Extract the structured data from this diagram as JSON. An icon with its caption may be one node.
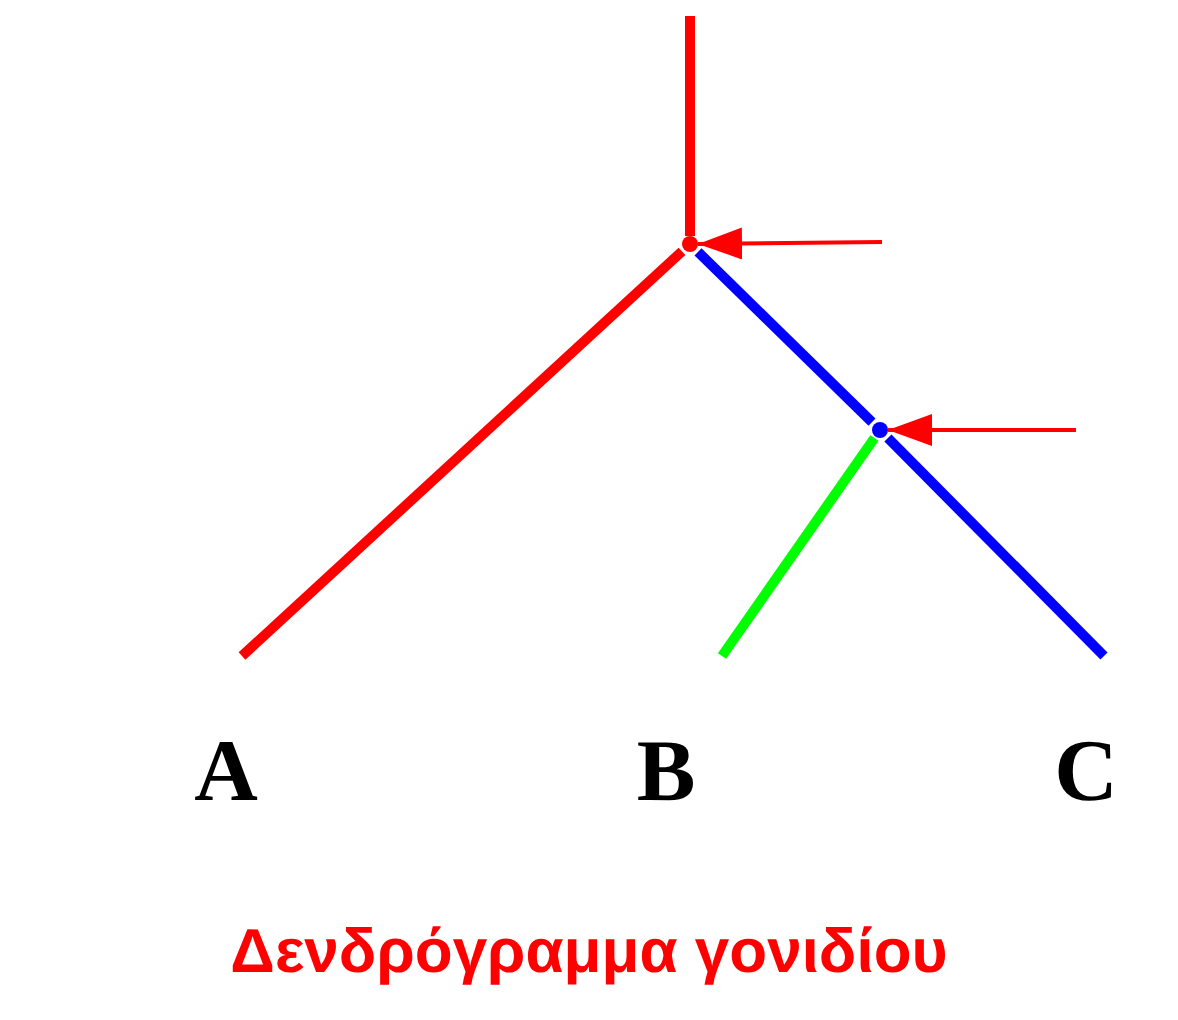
{
  "diagram": {
    "caption": "Δενδρόγραμμα γονιδίου",
    "nodes": [
      {
        "text": [],
        "shape": "dot"
      },
      {
        "text": [],
        "shape": "dot"
      },
      {
        "text": [
          "A"
        ]
      },
      {
        "text": [
          "B"
        ]
      },
      {
        "text": [
          "C"
        ]
      }
    ],
    "edges": [
      {
        "from": null,
        "to": 0,
        "arrow": "none",
        "color": "#ff0000"
      },
      {
        "from": 0,
        "to": 2,
        "arrow": "none",
        "color": "#ff0000"
      },
      {
        "from": 0,
        "to": 1,
        "arrow": "none",
        "color": "#0000ff"
      },
      {
        "from": 1,
        "to": 3,
        "arrow": "none",
        "color": "#00ff00"
      },
      {
        "from": 1,
        "to": 4,
        "arrow": "none",
        "color": "#0000ff"
      },
      {
        "from": null,
        "to": 0,
        "arrow": "to",
        "color": "#ff0000"
      },
      {
        "from": null,
        "to": 1,
        "arrow": "to",
        "color": "#ff0000"
      }
    ]
  }
}
